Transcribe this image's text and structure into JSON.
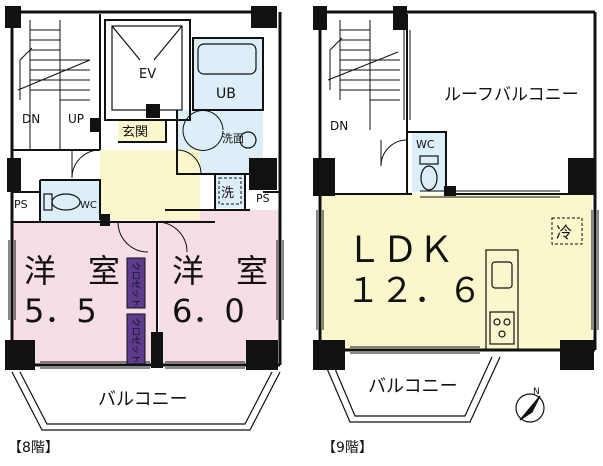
{
  "floor8": {
    "caption": "【8階】",
    "stairs_down": "DN",
    "stairs_up": "UP",
    "elevator": "EV",
    "unit_bath": "UB",
    "entrance": "玄関",
    "washroom": "洗面",
    "laundry": "洗",
    "wc": "WC",
    "ps_left": "PS",
    "ps_right": "PS",
    "room1_type": "洋　室",
    "room1_size": "5．5",
    "room2_type": "洋　室",
    "room2_size": "6．0",
    "closet1": "クロゼット",
    "closet2": "クロゼット",
    "balcony": "バルコニー"
  },
  "floor9": {
    "caption": "【9階】",
    "stairs_down": "DN",
    "roof_balcony": "ルーフバルコニー",
    "wc": "WC",
    "aircon": "冷",
    "ldk_type": "ＬＤＫ",
    "ldk_size": "１２．６",
    "balcony": "バルコニー"
  },
  "compass": {
    "label": "N"
  },
  "colors": {
    "western_room": "#f7dde6",
    "ldk": "#fbf7cc",
    "wet_area": "#dceff8",
    "closet": "#5e3b8c",
    "wall": "#111111"
  }
}
